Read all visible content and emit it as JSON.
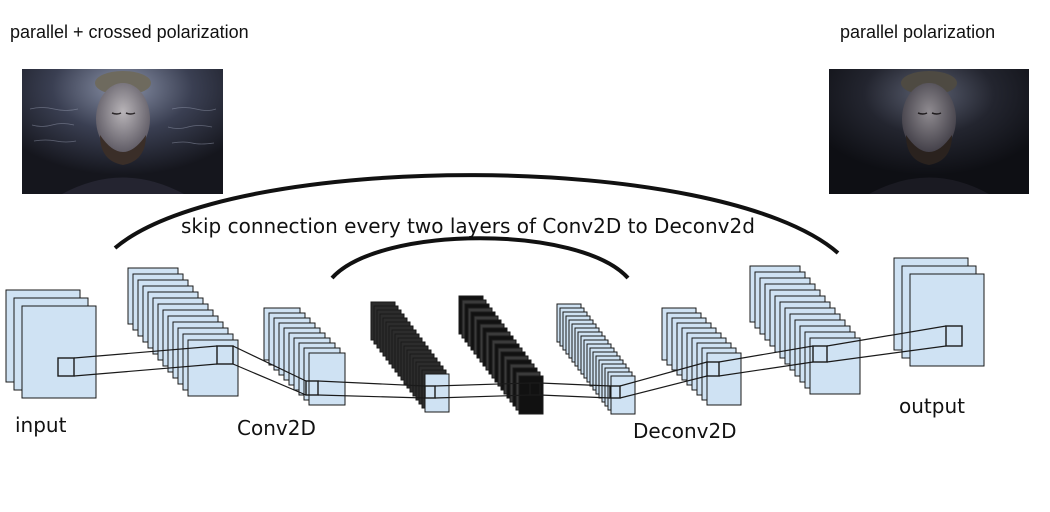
{
  "images": {
    "left_caption": "parallel + crossed polarization",
    "right_caption": "parallel polarization"
  },
  "diagram": {
    "skip_label": "skip connection every two layers of Conv2D to Deconv2d",
    "label_input": "input",
    "label_conv": "Conv2D",
    "label_deconv": "Deconv2D",
    "label_output": "output"
  },
  "colors": {
    "layer_fill": "#cfe2f3",
    "layer_stroke": "#1a1a1a",
    "dark_fill": "#111111"
  }
}
